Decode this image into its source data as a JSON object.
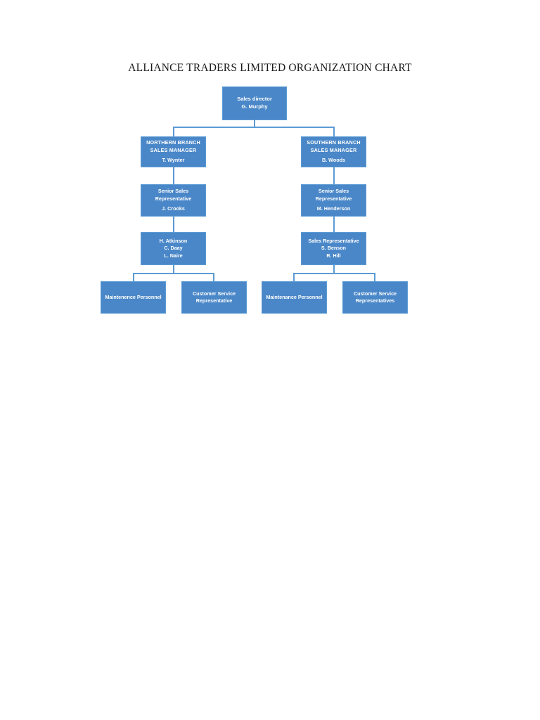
{
  "document": {
    "title": "ALLIANCE TRADERS LIMITED ORGANIZATION CHART"
  },
  "theme": {
    "box_fill": "#4a87c8",
    "box_border": "#5b9bd5",
    "box_text": "#ffffff",
    "connector": "#5b9bd5",
    "page_background": "#ffffff",
    "title_color": "#1a1a1a"
  },
  "chart_data": {
    "type": "diagram",
    "diagram_type": "organization-chart",
    "title": "ALLIANCE TRADERS LIMITED ORGANIZATION CHART",
    "orientation": "top-down",
    "levels": 5,
    "nodes": [
      {
        "id": "n1",
        "level": 1,
        "lines": [
          "Sales director",
          "G. Murphy"
        ],
        "role": "Sales director",
        "person": "G. Murphy"
      },
      {
        "id": "n2",
        "level": 2,
        "parent": "n1",
        "lines": [
          "NORTHERN BRANCH",
          "SALES MANAGER",
          "T. Wynter"
        ],
        "role": "NORTHERN BRANCH SALES MANAGER",
        "person": "T. Wynter"
      },
      {
        "id": "n3",
        "level": 2,
        "parent": "n1",
        "lines": [
          "SOUTHERN BRANCH",
          "SALES MANAGER",
          "B. Woods"
        ],
        "role": "SOUTHERN BRANCH SALES MANAGER",
        "person": "B. Woods"
      },
      {
        "id": "n4",
        "level": 3,
        "parent": "n2",
        "lines": [
          "Senior Sales",
          "Representative",
          "J. Crooks"
        ],
        "role": "Senior Sales Representative",
        "person": "J. Crooks"
      },
      {
        "id": "n5",
        "level": 3,
        "parent": "n3",
        "lines": [
          "Senior Sales",
          "Representative",
          "M. Henderson"
        ],
        "role": "Senior Sales Representative",
        "person": "M. Henderson"
      },
      {
        "id": "n6",
        "level": 4,
        "parent": "n4",
        "lines": [
          "H. Atkinson",
          "C. Daay",
          "L. Naire"
        ],
        "role": "",
        "people": [
          "H. Atkinson",
          "C. Daay",
          "L. Naire"
        ]
      },
      {
        "id": "n7",
        "level": 4,
        "parent": "n5",
        "lines": [
          "Sales Representative",
          "S. Benson",
          "R. Hill"
        ],
        "role": "Sales Representative",
        "people": [
          "S. Benson",
          "R. Hill"
        ]
      },
      {
        "id": "n8",
        "level": 5,
        "parent": "n6",
        "lines": [
          "Maintenence Personnel"
        ],
        "role": "Maintenence Personnel"
      },
      {
        "id": "n9",
        "level": 5,
        "parent": "n6",
        "lines": [
          "Customer Service",
          "Representative"
        ],
        "role": "Customer Service Representative"
      },
      {
        "id": "n10",
        "level": 5,
        "parent": "n7",
        "lines": [
          "Maintenance Personnel"
        ],
        "role": "Maintenance Personnel"
      },
      {
        "id": "n11",
        "level": 5,
        "parent": "n7",
        "lines": [
          "Customer Service",
          "Representatives"
        ],
        "role": "Customer Service Representatives"
      }
    ]
  },
  "nodes": {
    "root": {
      "line1": "Sales director",
      "line2": "G. Murphy"
    },
    "northern_manager": {
      "line1": "NORTHERN BRANCH",
      "line2": "SALES MANAGER",
      "line3": "T. Wynter"
    },
    "southern_manager": {
      "line1": "SOUTHERN BRANCH",
      "line2": "SALES MANAGER",
      "line3": "B. Woods"
    },
    "northern_senior_rep": {
      "line1": "Senior Sales",
      "line2": "Representative",
      "line3": "J. Crooks"
    },
    "southern_senior_rep": {
      "line1": "Senior Sales",
      "line2": "Representative",
      "line3": "M. Henderson"
    },
    "northern_staff": {
      "line1": "H. Atkinson",
      "line2": "C. Daay",
      "line3": "L. Naire"
    },
    "southern_sales_rep": {
      "line1": "Sales Representative",
      "line2": "S. Benson",
      "line3": "R. Hill"
    },
    "northern_maintenance": {
      "line1": "Maintenence Personnel"
    },
    "northern_customer_service": {
      "line1": "Customer Service",
      "line2": "Representative"
    },
    "southern_maintenance": {
      "line1": "Maintenance Personnel"
    },
    "southern_customer_service": {
      "line1": "Customer Service",
      "line2": "Representatives"
    }
  }
}
